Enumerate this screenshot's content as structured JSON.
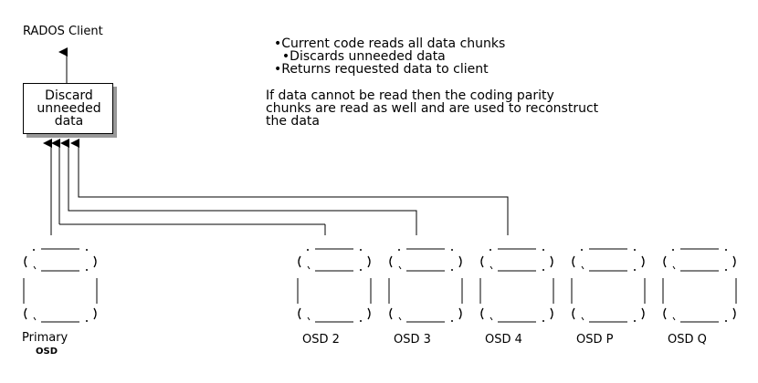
{
  "client": {
    "label": "RADOS Client"
  },
  "discard_box": {
    "lines": [
      "Discard",
      "unneeded",
      "data"
    ]
  },
  "notes": {
    "bullets": [
      "•Current code reads all data chunks",
      "  •Discards unneeded data",
      "•Returns requested data to client"
    ],
    "paragraph": [
      "If data cannot be read then the coding parity",
      "chunks are read as well and are used to reconstruct",
      "the data"
    ]
  },
  "osds": [
    {
      "label": "Primary",
      "sublabel": "OSD"
    },
    {
      "label": "OSD 2"
    },
    {
      "label": "OSD 3"
    },
    {
      "label": "OSD 4"
    },
    {
      "label": "OSD P"
    },
    {
      "label": "OSD Q"
    }
  ],
  "colors": {
    "stroke": "#000000",
    "shadow": "#999999",
    "background": "#ffffff"
  }
}
